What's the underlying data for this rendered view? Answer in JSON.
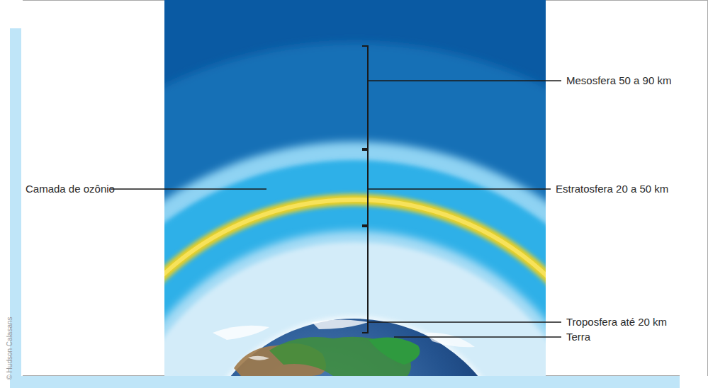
{
  "diagram": {
    "labels": [
      "Mesosfera 50 a 90 km",
      "Estratosfera 20 a 50 km",
      "Troposfera até 20 km",
      "Terra",
      "Camada de ozônio",
      "© Hudson Calasans"
    ]
  }
}
